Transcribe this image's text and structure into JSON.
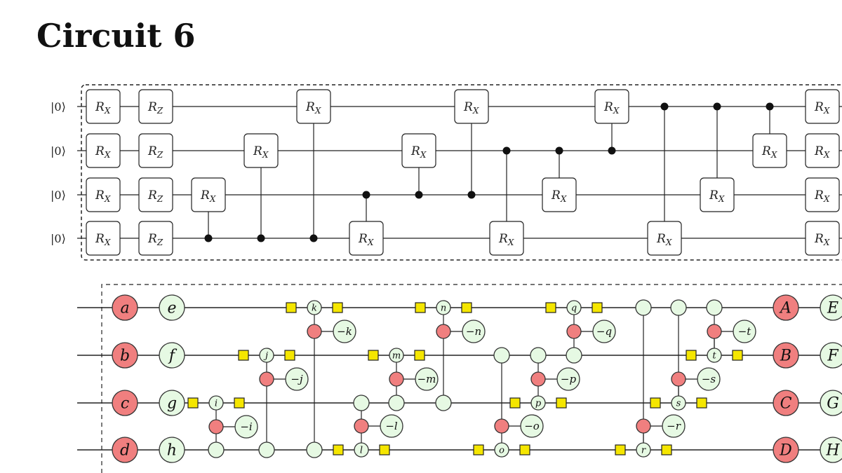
{
  "title": "Circuit 6",
  "colors": {
    "red_spider": "#f07f7f",
    "green_spider": "#e6f9e3",
    "hadamard_box": "#f5e600",
    "stroke": "#333333"
  },
  "circuit": {
    "input_label": "|0⟩",
    "qubit_count": 4,
    "gates": [
      {
        "type": "gate",
        "col": 0,
        "q": 0,
        "label": "R",
        "sub": "X"
      },
      {
        "type": "gate",
        "col": 0,
        "q": 1,
        "label": "R",
        "sub": "X"
      },
      {
        "type": "gate",
        "col": 0,
        "q": 2,
        "label": "R",
        "sub": "X"
      },
      {
        "type": "gate",
        "col": 0,
        "q": 3,
        "label": "R",
        "sub": "X"
      },
      {
        "type": "gate",
        "col": 1,
        "q": 0,
        "label": "R",
        "sub": "Z"
      },
      {
        "type": "gate",
        "col": 1,
        "q": 1,
        "label": "R",
        "sub": "Z"
      },
      {
        "type": "gate",
        "col": 1,
        "q": 2,
        "label": "R",
        "sub": "Z"
      },
      {
        "type": "gate",
        "col": 1,
        "q": 3,
        "label": "R",
        "sub": "Z"
      },
      {
        "type": "cgate",
        "col": 2,
        "target": 2,
        "control": 3,
        "label": "R",
        "sub": "X"
      },
      {
        "type": "cgate",
        "col": 3,
        "target": 1,
        "control": 3,
        "label": "R",
        "sub": "X"
      },
      {
        "type": "cgate",
        "col": 4,
        "target": 0,
        "control": 3,
        "label": "R",
        "sub": "X"
      },
      {
        "type": "cgate",
        "col": 5,
        "target": 3,
        "control": 2,
        "label": "R",
        "sub": "X"
      },
      {
        "type": "cgate",
        "col": 6,
        "target": 1,
        "control": 2,
        "label": "R",
        "sub": "X"
      },
      {
        "type": "cgate",
        "col": 7,
        "target": 0,
        "control": 2,
        "label": "R",
        "sub": "X"
      },
      {
        "type": "cgate",
        "col": 8,
        "target": 3,
        "control": 1,
        "label": "R",
        "sub": "X"
      },
      {
        "type": "cgate",
        "col": 9,
        "target": 2,
        "control": 1,
        "label": "R",
        "sub": "X"
      },
      {
        "type": "cgate",
        "col": 10,
        "target": 0,
        "control": 1,
        "label": "R",
        "sub": "X"
      },
      {
        "type": "cgate",
        "col": 11,
        "target": 3,
        "control": 0,
        "label": "R",
        "sub": "X"
      },
      {
        "type": "cgate",
        "col": 12,
        "target": 2,
        "control": 0,
        "label": "R",
        "sub": "X"
      },
      {
        "type": "cgate",
        "col": 13,
        "target": 1,
        "control": 0,
        "label": "R",
        "sub": "X"
      },
      {
        "type": "gate",
        "col": 14,
        "q": 0,
        "label": "R",
        "sub": "X"
      },
      {
        "type": "gate",
        "col": 14,
        "q": 1,
        "label": "R",
        "sub": "X"
      },
      {
        "type": "gate",
        "col": 14,
        "q": 2,
        "label": "R",
        "sub": "X"
      },
      {
        "type": "gate",
        "col": 14,
        "q": 3,
        "label": "R",
        "sub": "X"
      }
    ]
  },
  "zx": {
    "inputs": [
      {
        "label": "a",
        "color": "red"
      },
      {
        "label": "b",
        "color": "red"
      },
      {
        "label": "c",
        "color": "red"
      },
      {
        "label": "d",
        "color": "red"
      }
    ],
    "second": [
      {
        "label": "e",
        "color": "green"
      },
      {
        "label": "f",
        "color": "green"
      },
      {
        "label": "g",
        "color": "green"
      },
      {
        "label": "h",
        "color": "green"
      }
    ],
    "blocks": [
      {
        "target": 2,
        "control": 3,
        "phase": "i",
        "neg_phase": "−i"
      },
      {
        "target": 1,
        "control": 3,
        "phase": "j",
        "neg_phase": "−j"
      },
      {
        "target": 0,
        "control": 3,
        "phase": "k",
        "neg_phase": "−k"
      },
      {
        "target": 3,
        "control": 2,
        "phase": "l",
        "neg_phase": "−l"
      },
      {
        "target": 1,
        "control": 2,
        "phase": "m",
        "neg_phase": "−m"
      },
      {
        "target": 0,
        "control": 2,
        "phase": "n",
        "neg_phase": "−n"
      },
      {
        "target": 3,
        "control": 1,
        "phase": "o",
        "neg_phase": "−o"
      },
      {
        "target": 2,
        "control": 1,
        "phase": "p",
        "neg_phase": "−p"
      },
      {
        "target": 0,
        "control": 1,
        "phase": "q",
        "neg_phase": "−q"
      },
      {
        "target": 3,
        "control": 0,
        "phase": "r",
        "neg_phase": "−r"
      },
      {
        "target": 2,
        "control": 0,
        "phase": "s",
        "neg_phase": "−s"
      },
      {
        "target": 1,
        "control": 0,
        "phase": "t",
        "neg_phase": "−t"
      }
    ],
    "outputs": [
      {
        "label": "A",
        "color": "red"
      },
      {
        "label": "B",
        "color": "red"
      },
      {
        "label": "C",
        "color": "red"
      },
      {
        "label": "D",
        "color": "red"
      }
    ],
    "outputs2": [
      {
        "label": "E",
        "color": "green"
      },
      {
        "label": "F",
        "color": "green"
      },
      {
        "label": "G",
        "color": "green"
      },
      {
        "label": "H",
        "color": "green"
      }
    ]
  }
}
